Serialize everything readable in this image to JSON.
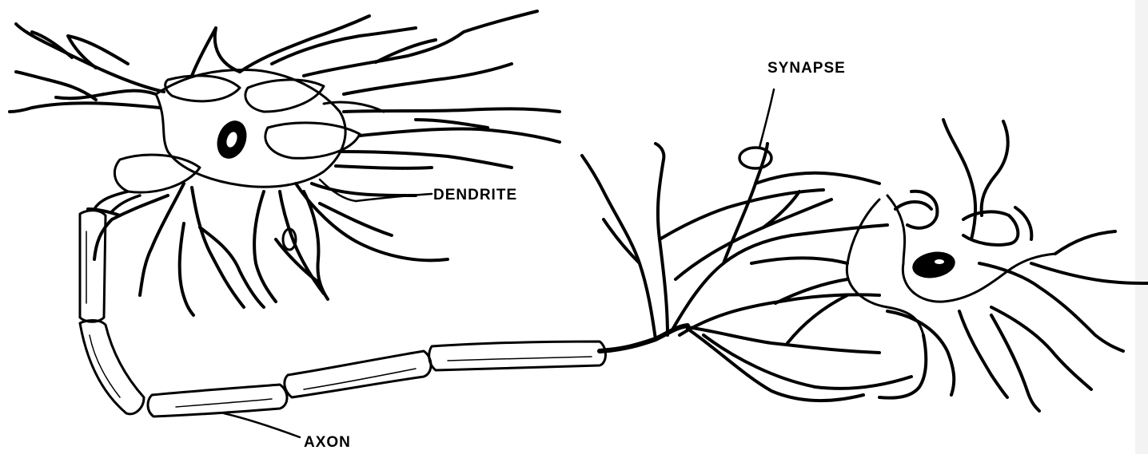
{
  "diagram": {
    "labels": {
      "synapse": "SYNAPSE",
      "dendrite": "DENDRITE",
      "axon": "AXON"
    },
    "parts": [
      "neuron-1",
      "cell-body",
      "nucleus",
      "dendrites",
      "myelinated-axon",
      "axon-terminal",
      "neuron-2"
    ],
    "colors": {
      "ink": "#000000",
      "background": "#ffffff"
    }
  }
}
